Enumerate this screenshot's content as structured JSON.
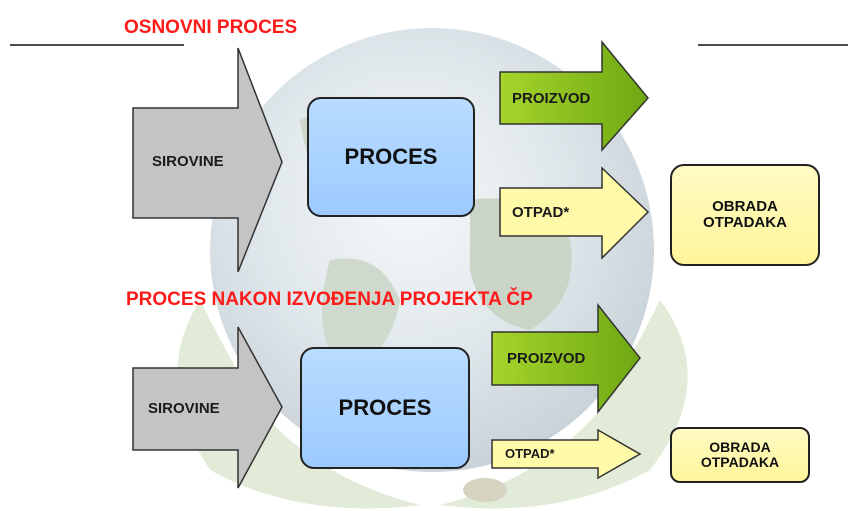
{
  "headings": {
    "top": "OSNOVNI PROCES",
    "bottom": "PROCES NAKON IZVOĐENJA PROJEKTA ČP"
  },
  "top_flow": {
    "input": "SIROVINE",
    "process": "PROCES",
    "product": "PROIZVOD",
    "waste": "OTPAD*",
    "treatment_line1": "OBRADA",
    "treatment_line2": "OTPADAKA"
  },
  "bottom_flow": {
    "input": "SIROVINE",
    "process": "PROCES",
    "product": "PROIZVOD",
    "waste": "OTPAD*",
    "treatment_line1": "OBRADA",
    "treatment_line2": "OTPADAKA"
  },
  "colors": {
    "heading": "#ff1a1a",
    "input_arrow": "#c4c4c4",
    "process_box": "#a7d0ff",
    "product_arrow": "#8cc21a",
    "waste_arrow": "#fffaa8",
    "treatment_box": "#fff7aa"
  }
}
